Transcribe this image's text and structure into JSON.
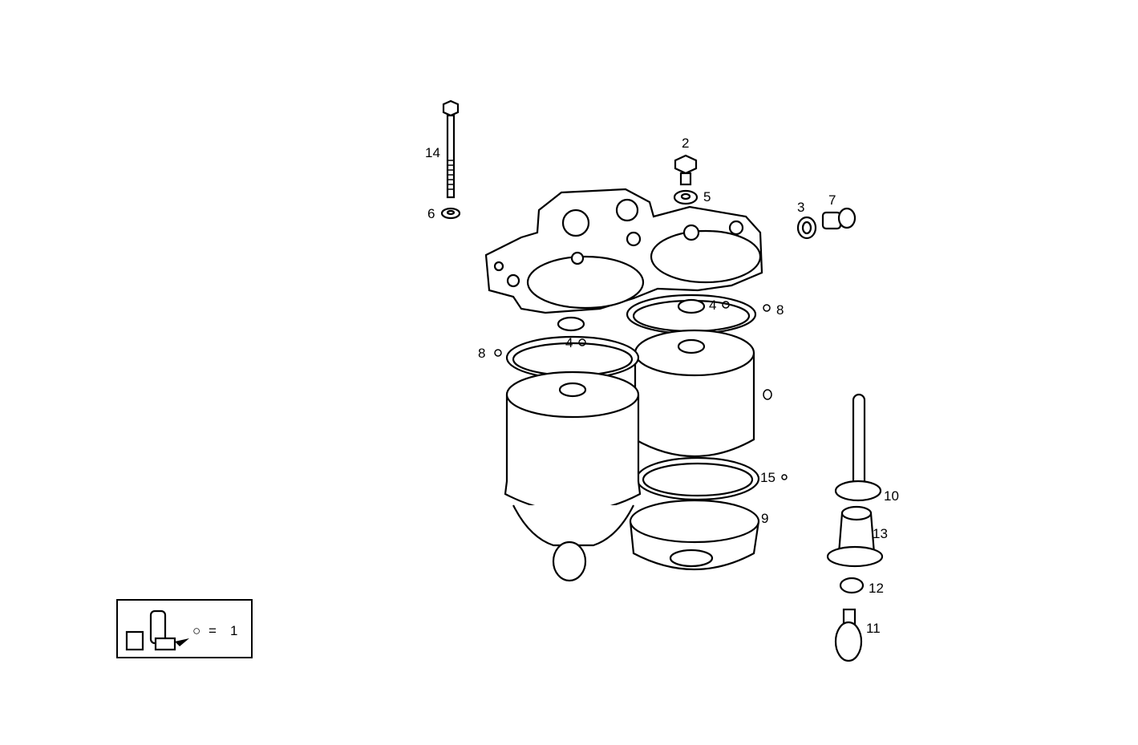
{
  "diagram": {
    "type": "exploded parts diagram",
    "line_color": "#000000",
    "background": "#ffffff",
    "callouts": [
      {
        "label": "14",
        "kit_marker": false
      },
      {
        "label": "6",
        "kit_marker": true
      },
      {
        "label": "2",
        "kit_marker": false
      },
      {
        "label": "5",
        "kit_marker": false
      },
      {
        "label": "3",
        "kit_marker": false
      },
      {
        "label": "7",
        "kit_marker": false
      },
      {
        "label": "4",
        "kit_marker": true
      },
      {
        "label": "8",
        "kit_marker": true
      },
      {
        "label": "8",
        "kit_marker": true
      },
      {
        "label": "4",
        "kit_marker": true
      },
      {
        "label": "15",
        "kit_marker": true
      },
      {
        "label": "9",
        "kit_marker": false
      },
      {
        "label": "10",
        "kit_marker": false
      },
      {
        "label": "13",
        "kit_marker": false
      },
      {
        "label": "12",
        "kit_marker": false
      },
      {
        "label": "11",
        "kit_marker": false
      }
    ],
    "legend": {
      "marker": "○",
      "equals": "=",
      "label": "1"
    }
  }
}
